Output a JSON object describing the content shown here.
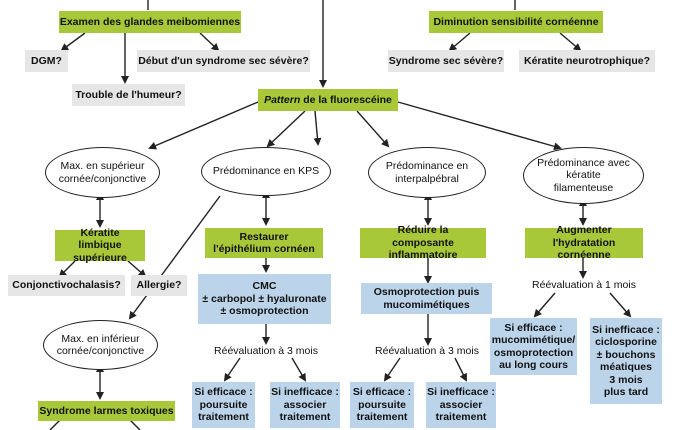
{
  "nodes": {
    "meibo": "Examen des glandes meibomiennes",
    "dgm": "DGM?",
    "sec_severe_debut": "Début d'un syndrome sec sévère?",
    "humeur": "Trouble de l'humeur?",
    "sensibilite": "Diminution sensibilité cornéenne",
    "sec_severe": "Syndrome sec sévère?",
    "neurotrophique": "Kératite neurotrophique?",
    "pattern_italic": "Pattern",
    "pattern_rest": " de la fluorescéine",
    "sup": "Max. en supérieur cornée/conjonctive",
    "kps": "Prédominance en KPS",
    "interpal": "Prédominance en interpalpébral",
    "filament": "Prédominance avec kératite filamenteuse",
    "limbique": "Kératite limbique supérieure",
    "restaurer": "Restaurer l'épithélium cornéen",
    "reduire": "Réduire la composante inflammatoire",
    "augmenter": "Augmenter l'hydratation cornéenne",
    "conjonctivochalasis": "Conjonctivochalasis?",
    "allergie": "Allergie?",
    "cmc_1": "CMC",
    "cmc_2": "± carbopol ± hyaluronate",
    "cmc_3": "± osmoprotection",
    "osmo": "Osmoprotection puis mucomimétiques",
    "reeval_1mois": "Réévaluation à 1 mois",
    "efficace_right_1": "Si efficace :",
    "efficace_right_2": "mucomimétique/",
    "efficace_right_3": "osmoprotection",
    "efficace_right_4": "au long cours",
    "inefficace_right_1": "Si inefficace :",
    "inefficace_right_2": "ciclosporine",
    "inefficace_right_3": "± bouchons",
    "inefficace_right_4": "méatiques",
    "inefficace_right_5": "3 mois",
    "inefficace_right_6": "plus tard",
    "inf": "Max. en inférieur cornée/conjonctive",
    "reeval_kps": "Réévaluation à 3 mois",
    "reeval_inter": "Réévaluation à 3 mois",
    "kps_efficace_1": "Si efficace :",
    "kps_efficace_2": "poursuite",
    "kps_efficace_3": "traitement",
    "kps_inefficace_1": "Si inefficace :",
    "kps_inefficace_2": "associer",
    "kps_inefficace_3": "traitement",
    "int_efficace_1": "Si efficace :",
    "int_efficace_2": "poursuite",
    "int_efficace_3": "traitement",
    "int_inefficace_1": "Si inefficace :",
    "int_inefficace_2": "associer",
    "int_inefficace_3": "traitement",
    "toxiques": "Syndrome larmes toxiques"
  },
  "colors": {
    "green": "#a8c83a",
    "grey": "#e6e6e6",
    "blue": "#bcd4ea",
    "line": "#222222"
  }
}
